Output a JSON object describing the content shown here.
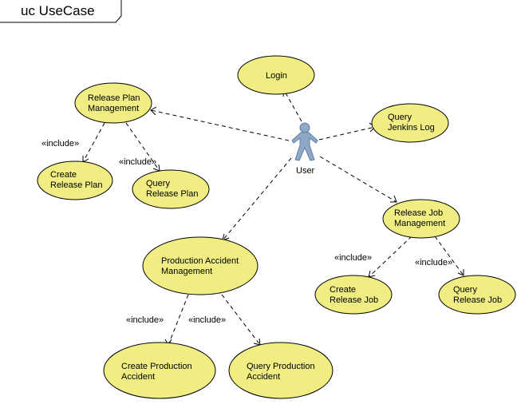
{
  "frame": {
    "title": "uc UseCase"
  },
  "actor": {
    "name": "User"
  },
  "colors": {
    "usecase_fill": "#f0ee82",
    "actor_fill": "#8fa8c8",
    "line": "#000000"
  },
  "use_cases": {
    "login": [
      "Login"
    ],
    "query_jenkins_log": [
      "Query",
      "Jenkins Log"
    ],
    "release_plan_management": [
      "Release Plan",
      "Management"
    ],
    "create_release_plan": [
      "Create",
      "Release Plan"
    ],
    "query_release_plan": [
      "Query",
      "Release Plan"
    ],
    "release_job_management": [
      "Release Job",
      "Management"
    ],
    "create_release_job": [
      "Create",
      "Release Job"
    ],
    "query_release_job": [
      "Query",
      "Release Job"
    ],
    "production_accident_management": [
      "Production Accident",
      "Management"
    ],
    "create_production_accident": [
      "Create Production",
      "Accident"
    ],
    "query_production_accident": [
      "Query Production",
      "Accident"
    ]
  },
  "stereotype_label": "«include»"
}
